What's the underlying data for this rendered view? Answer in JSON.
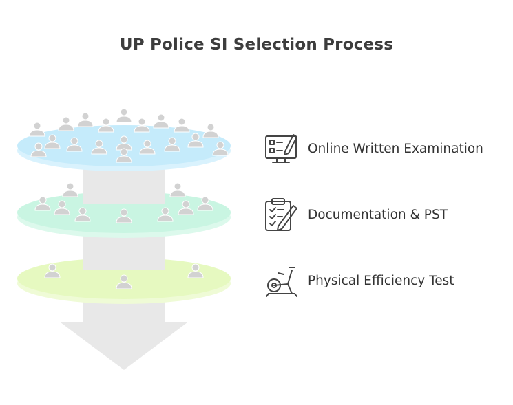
{
  "title": "UP Police SI Selection Process",
  "stages": [
    {
      "label": "Online Written Examination",
      "icon": "computer-exam-icon",
      "color": "#c5ebfb",
      "edge": "#d9f2fd",
      "people": 19
    },
    {
      "label": "Documentation & PST",
      "icon": "clipboard-checklist-icon",
      "color": "#c9f5e2",
      "edge": "#dcf9ec",
      "people": 9
    },
    {
      "label": "Physical Efficiency Test",
      "icon": "exercise-bike-icon",
      "color": "#e6f9c0",
      "edge": "#effbd6",
      "people": 3
    }
  ],
  "colors": {
    "core": "#e8e8e8",
    "person": "#d2d2d2",
    "text": "#333333",
    "icon": "#444444"
  }
}
